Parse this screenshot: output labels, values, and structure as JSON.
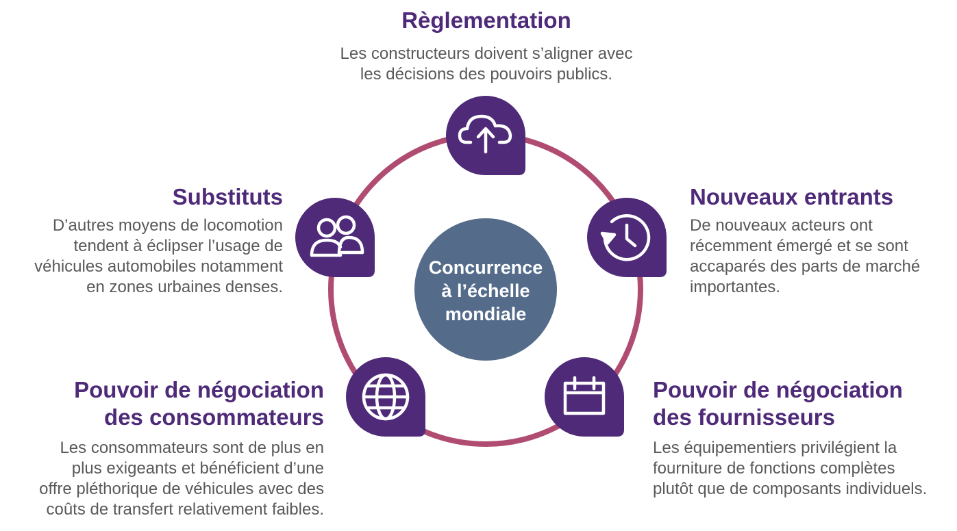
{
  "center": {
    "lines": [
      "Concurrence",
      "à l’échelle",
      "mondiale"
    ],
    "color": "#546b8a"
  },
  "colors": {
    "ring": "#b04c72",
    "node": "#4e2a78",
    "title": "#4e2a78",
    "text": "#595959",
    "icon": "#ffffff"
  },
  "forces": {
    "reglementation": {
      "title": "Règlementation",
      "lines": [
        "Les constructeurs doivent s’aligner avec",
        "les décisions des pouvoirs publics."
      ],
      "icon": "cloud-upload-icon"
    },
    "substituts": {
      "title": "Substituts",
      "lines": [
        "D’autres moyens de locomotion",
        "tendent à éclipser l’usage de",
        "véhicules automobiles notamment",
        "en zones urbaines denses."
      ],
      "icon": "users-icon"
    },
    "nouveaux_entrants": {
      "title": "Nouveaux entrants",
      "lines": [
        "De nouveaux acteurs ont",
        "récemment émergé et se sont",
        "accaparés des parts de marché",
        "importantes."
      ],
      "icon": "history-clock-icon"
    },
    "consommateurs": {
      "title_lines": [
        "Pouvoir de négociation",
        "des consommateurs"
      ],
      "lines": [
        "Les consommateurs sont de plus en",
        "plus exigeants et bénéficient d’une",
        "offre pléthorique de véhicules avec des",
        "coûts de transfert relativement faibles."
      ],
      "icon": "globe-icon"
    },
    "fournisseurs": {
      "title_lines": [
        "Pouvoir de négociation",
        "des fournisseurs"
      ],
      "lines": [
        "Les équipementiers privilégient la",
        "fourniture de fonctions complètes",
        "plutôt que de composants individuels."
      ],
      "icon": "calendar-icon"
    }
  }
}
